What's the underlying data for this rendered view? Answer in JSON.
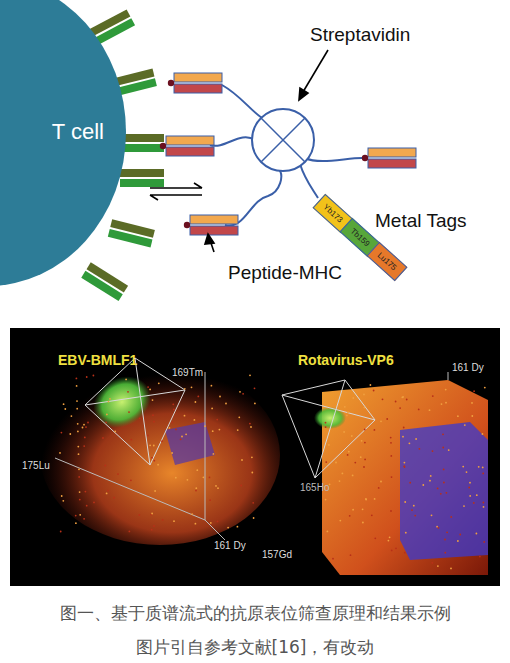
{
  "diagram": {
    "caption": "图一、基于质谱流式的抗原表位筛查原理和结果示例 图片引自参考文献[16]，有改动",
    "nodes": [
      {
        "text": [
          "T cell"
        ]
      },
      {
        "text": [
          "Yb173"
        ]
      },
      {
        "text": [
          "Tb159"
        ]
      },
      {
        "text": [
          "Lu175"
        ]
      }
    ],
    "labels": [
      "Streptavidin",
      "Metal Tags",
      "Peptide-MHC",
      "EBV-BMLF1",
      "169Tm",
      "175Lu",
      "161 Dy",
      "Rotavirus-VP6",
      "161 Dy",
      "165Ho",
      "157Gd"
    ]
  }
}
